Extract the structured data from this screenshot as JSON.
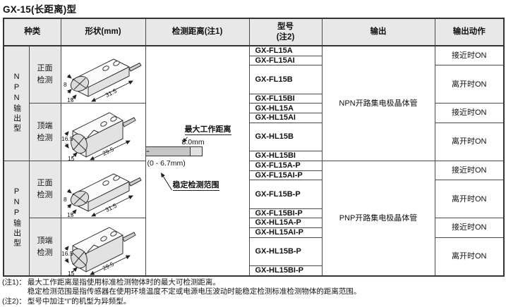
{
  "title": "GX-15(长距离)型",
  "colors": {
    "header_bg": "#e8e8e8",
    "bar_main": "#c6c6c6",
    "bar_light": "#e1e1e1",
    "border": "#4a4a4a"
  },
  "table": {
    "headers": {
      "type": "种类",
      "shape": "形状(mm)",
      "distance": "检测距离(注1)",
      "model_line1": "型号",
      "model_line2": "(注2)",
      "output": "输出",
      "action": "输出动作"
    },
    "sections": [
      {
        "type_label": "NPN输出型",
        "output": "NPN开路集电极晶体管",
        "directions": [
          "正面检测",
          "顶端检测"
        ],
        "models": [
          "GX-FL15A",
          "GX-FL15AI",
          "GX-FL15B",
          "GX-FL15BI",
          "GX-HL15A",
          "GX-HL15AI",
          "GX-HL15B",
          "GX-HL15BI"
        ],
        "actions": [
          "接近时ON",
          "离开时ON",
          "接近时ON",
          "离开时ON"
        ]
      },
      {
        "type_label": "PNP输出型",
        "output": "PNP开路集电极晶体管",
        "directions": [
          "正面检测",
          "顶端检测"
        ],
        "models": [
          "GX-FL15A-P",
          "GX-FL15AI-P",
          "GX-FL15B-P",
          "GX-FL15BI-P",
          "GX-HL15A-P",
          "GX-HL15AI-P",
          "GX-HL15B-P",
          "GX-HL15BI-P"
        ],
        "actions": [
          "接近时ON",
          "离开时ON",
          "接近时ON",
          "离开时ON"
        ]
      }
    ]
  },
  "shapes": {
    "front": {
      "height": "8",
      "width": "15",
      "length": "31.5"
    },
    "top": {
      "height": "16.5",
      "width": "15",
      "length": "29.5"
    }
  },
  "distance_diagram": {
    "max_label": "最大工作距离",
    "max_value": "8.0mm",
    "stable_value": "(0 - 6.7mm)",
    "stable_label": "稳定检测范围"
  },
  "notes": {
    "note1_label": "(注1)：",
    "note1_line1": "最大工作距离是指使用标准检测物体时的最大可检测距离。",
    "note1_line2": "稳定检测范围是指传感器在使用环境温度不定或电源电压波动时能稳定检测标准检测物体的距离范围。",
    "note2_label": "(注2)：",
    "note2_line1": "型号中加注“I”的机型为异频型。"
  }
}
